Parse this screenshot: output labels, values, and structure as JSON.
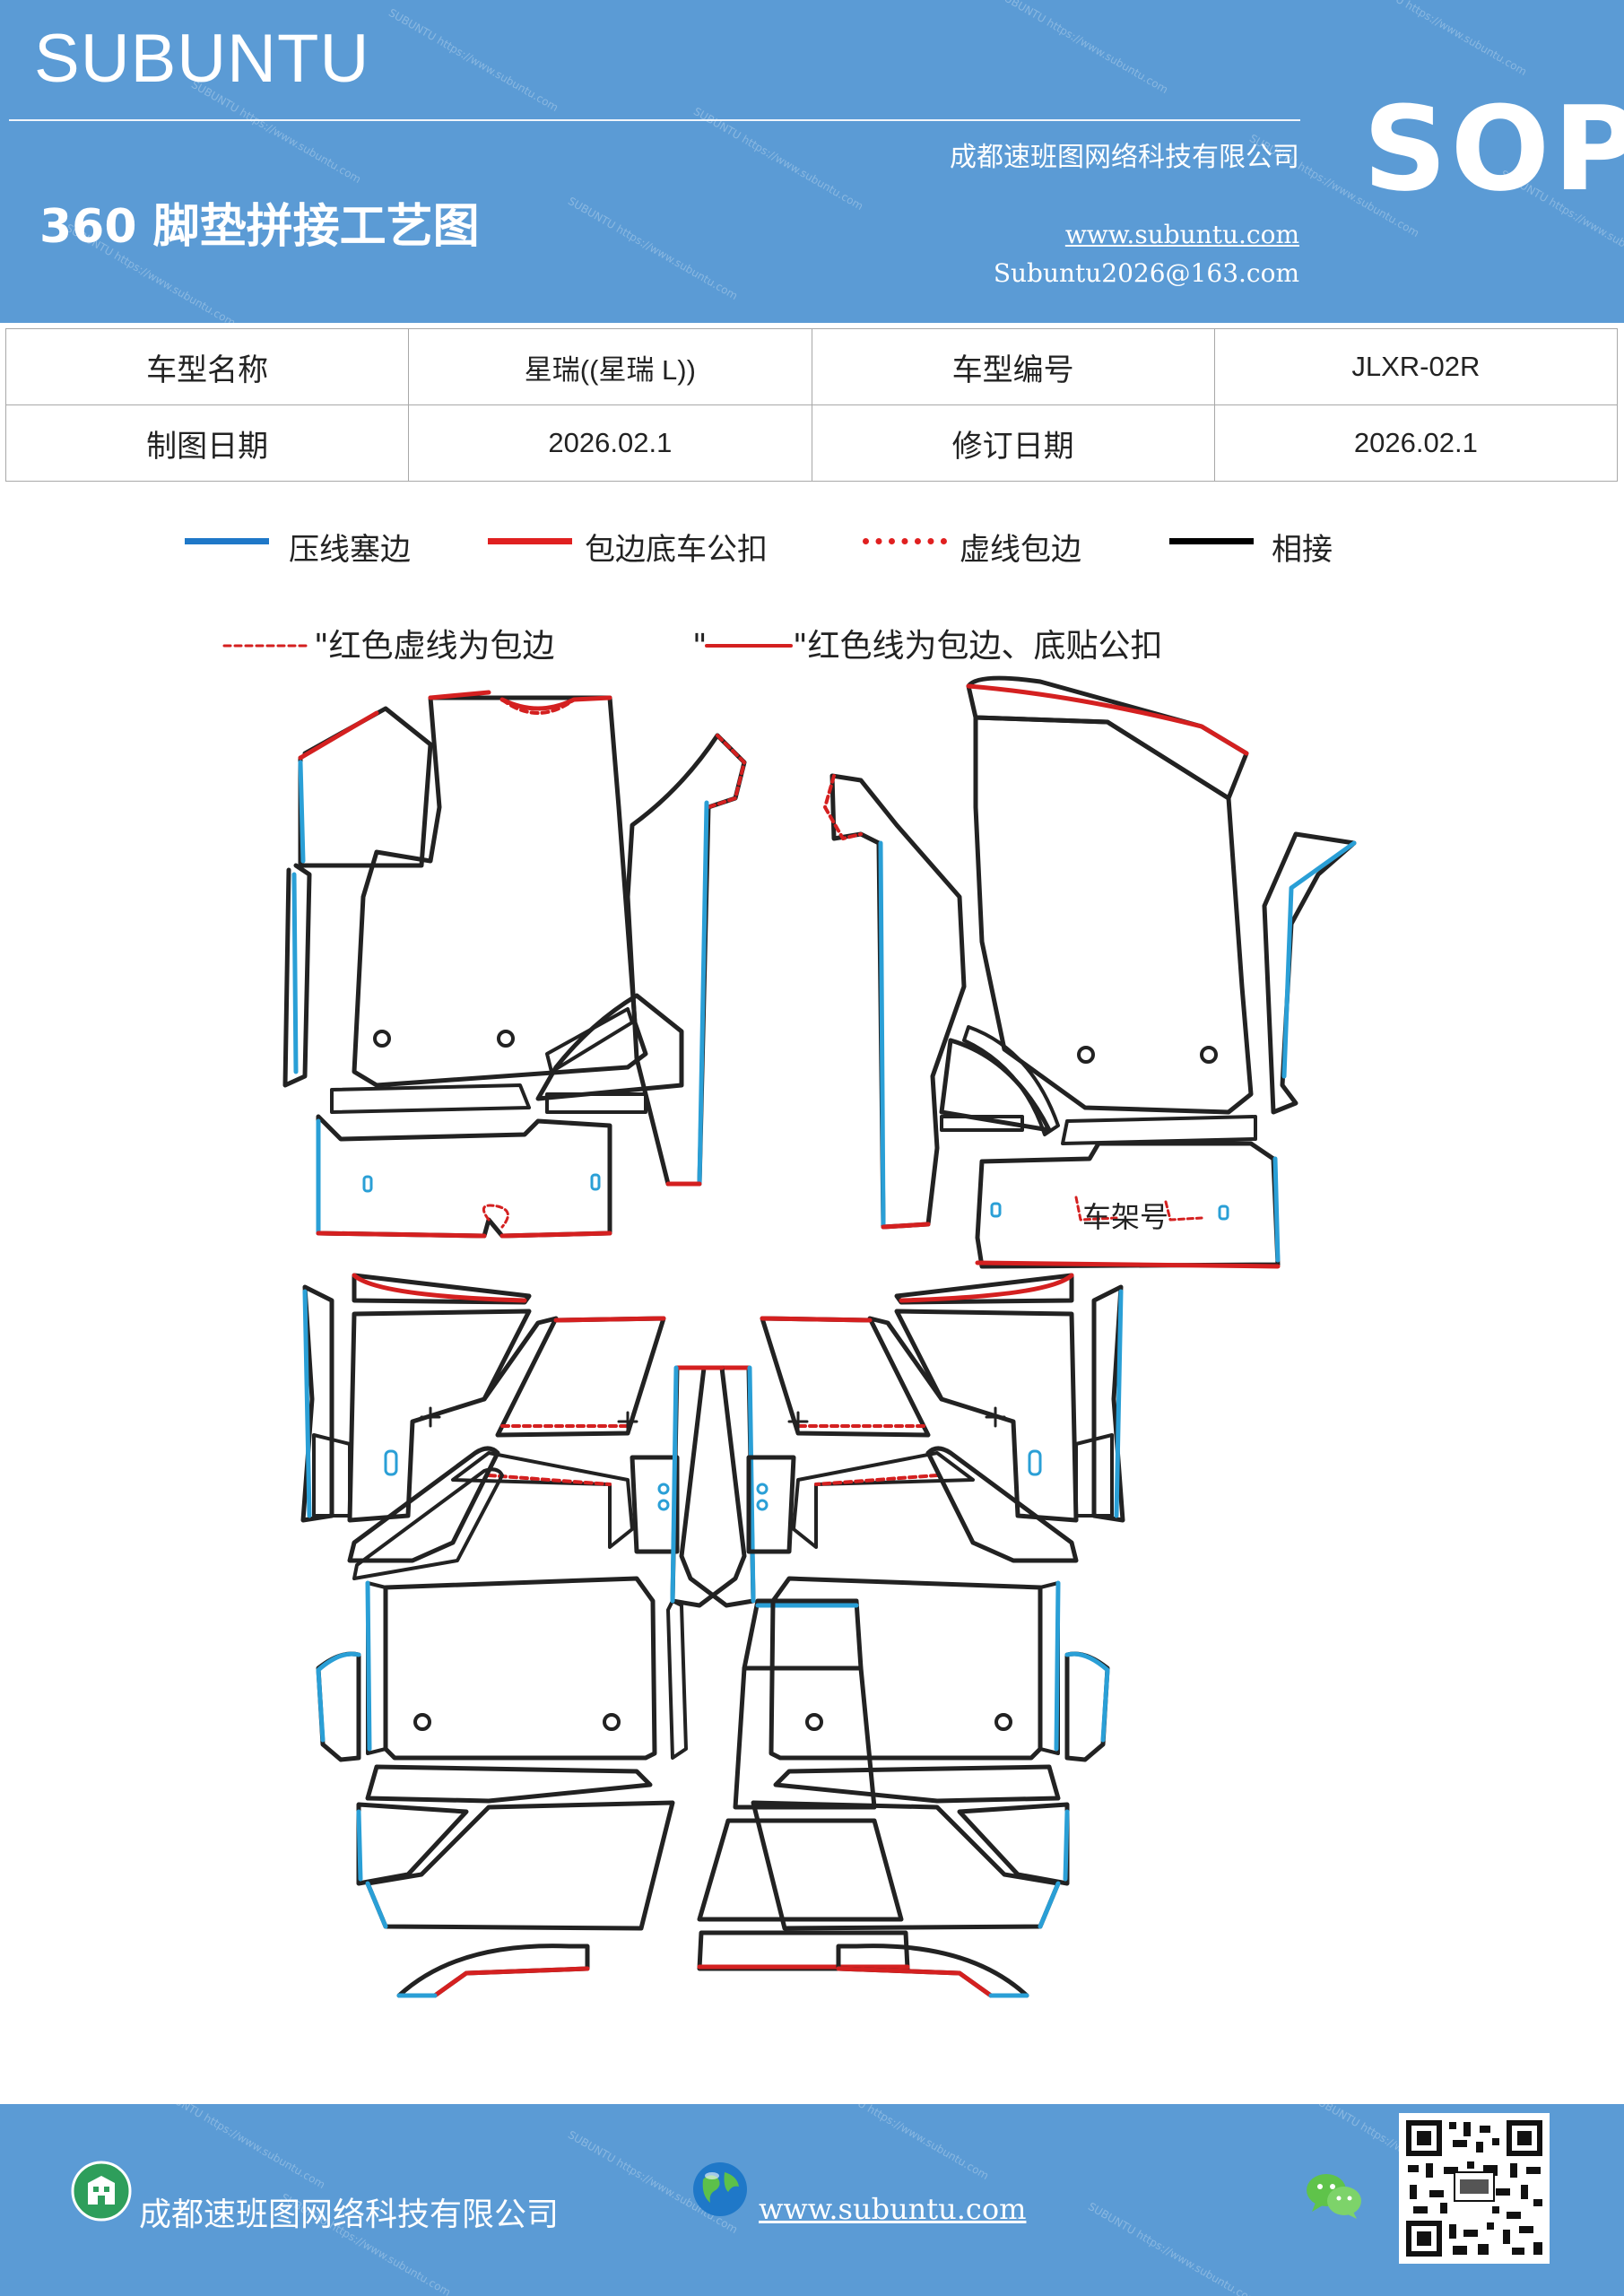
{
  "header": {
    "brand": "SUBUNTU",
    "title": "360 脚垫拼接工艺图",
    "company": "成都速班图网络科技有限公司",
    "website": "www.subuntu.com",
    "email": "Subuntu2026@163.com",
    "badge": "SOP",
    "background_color": "#5b9bd5"
  },
  "info_table": {
    "rows": [
      [
        "车型名称",
        "星瑞((星瑞 L))",
        "车型编号",
        "JLXR-02R"
      ],
      [
        "制图日期",
        "2026.02.1",
        "修订日期",
        "2026.02.1"
      ]
    ]
  },
  "legend": [
    {
      "label": "压线塞边",
      "color": "#1f78c8",
      "style": "solid"
    },
    {
      "label": "包边底车公扣",
      "color": "#e02020",
      "style": "solid"
    },
    {
      "label": "虚线包边",
      "color": "#e02020",
      "style": "dotted"
    },
    {
      "label": "相接",
      "color": "#000000",
      "style": "solid"
    }
  ],
  "diagram": {
    "note_left": "\"红色虚线为包边",
    "note_right_quote": "\"",
    "note_right": "\"红色线为包边、底贴公扣",
    "frame_number_label": "车架号",
    "colors": {
      "seam": "#222222",
      "binding": "#d42020",
      "tuck": "#2a9fd6"
    }
  },
  "footer": {
    "company": "成都速班图网络科技有限公司",
    "website": "www.subuntu.com",
    "building_icon": "building-icon",
    "globe_icon": "globe-icon",
    "wechat_icon": "wechat-icon",
    "qr_icon": "qr-code-icon"
  }
}
